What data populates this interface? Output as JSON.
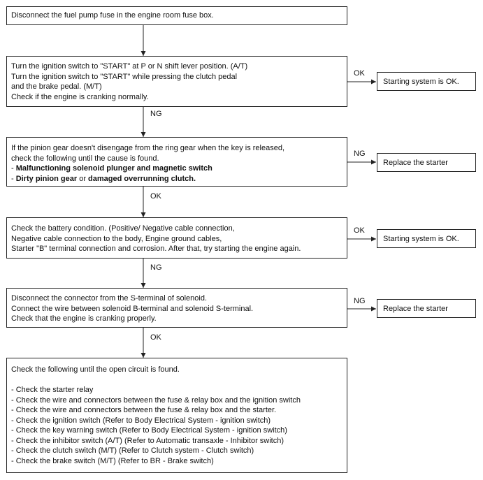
{
  "steps": [
    {
      "lines": [
        "Disconnect the fuel pump fuse in the engine room fuse box."
      ]
    },
    {
      "lines": [
        "Turn the ignition switch to \"START\" at P or N shift lever position. (A/T)",
        "Turn the ignition switch to \"START\" while pressing the clutch pedal",
        "and the brake pedal. (M/T)",
        "Check if the engine is cranking normally."
      ],
      "side_label": "OK",
      "side_result": "Starting system is OK.",
      "down_label": "NG"
    },
    {
      "lines": [
        "If the pinion gear doesn't disengage from the ring gear when the key is released,",
        "check the following until the cause is found."
      ],
      "line3_prefix": "- ",
      "line3_bold": "Malfunctioning solenoid plunger and magnetic switch",
      "line4_prefix": "- ",
      "line4_bold_a": "Dirty pinion gear",
      "line4_mid": " or ",
      "line4_bold_b": "damaged overrunning clutch.",
      "side_label": "NG",
      "side_result": "Replace the starter",
      "down_label": "OK"
    },
    {
      "lines": [
        "Check the battery condition. (Positive/ Negative cable connection,",
        "Negative cable connection to the body, Engine ground cables,",
        "Starter \"B\" terminal connection and corrosion. After that, try starting the engine again."
      ],
      "side_label": "OK",
      "side_result": "Starting system is OK.",
      "down_label": "NG"
    },
    {
      "lines": [
        "Disconnect the connector from the S-terminal of solenoid.",
        "Connect the wire between solenoid B-terminal and solenoid S-terminal.",
        "Check that the engine is cranking properly."
      ],
      "side_label": "NG",
      "side_result": "Replace the starter",
      "down_label": "OK"
    },
    {
      "lines": [
        "Check the following until the open circuit is found.",
        "",
        "- Check the starter relay",
        "- Check the wire and connectors between the fuse & relay box and the ignition switch",
        "- Check the wire and connectors between the fuse & relay box and the starter.",
        "- Check the ignition switch (Refer to Body Electrical System - ignition switch)",
        "- Check the key warning switch (Refer to Body Electrical System - ignition switch)",
        "- Check the inhibitor switch (A/T) (Refer to Automatic transaxle - Inhibitor switch)",
        "- Check the clutch switch (M/T) (Refer to Clutch system - Clutch switch)",
        "- Check the brake switch (M/T) (Refer to BR - Brake switch)"
      ]
    }
  ]
}
